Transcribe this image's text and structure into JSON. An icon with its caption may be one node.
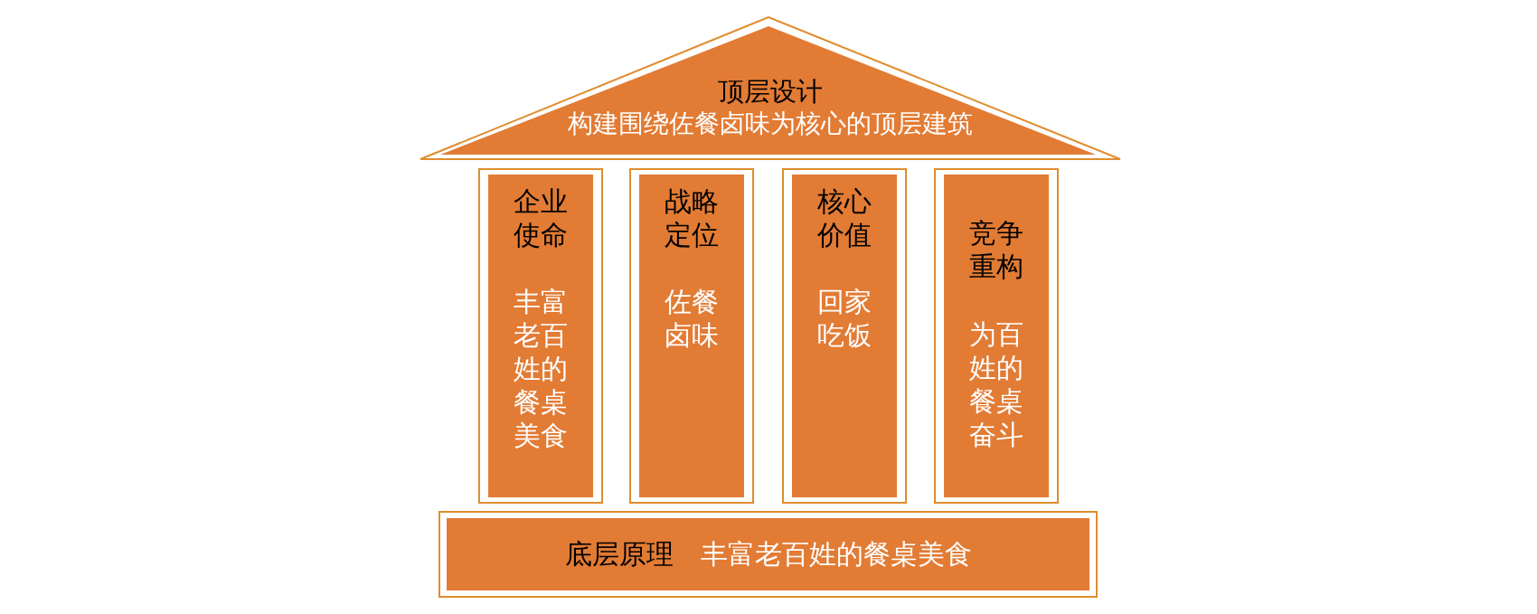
{
  "diagram": {
    "nodes": [
      {
        "text": [
          "顶层设计",
          "构建围绕佐餐卤味为核心的顶层建筑"
        ]
      },
      {
        "text": [
          "企业使命",
          "丰富老百姓的餐桌美食"
        ]
      },
      {
        "text": [
          "战略定位",
          "佐餐卤味"
        ]
      },
      {
        "text": [
          "核心价值",
          "回家吃饭"
        ]
      },
      {
        "text": [
          "竞争重构",
          "为百姓的餐桌奋斗"
        ]
      },
      {
        "text": [
          "底层原理",
          "丰富老百姓的餐桌美食"
        ]
      }
    ]
  }
}
